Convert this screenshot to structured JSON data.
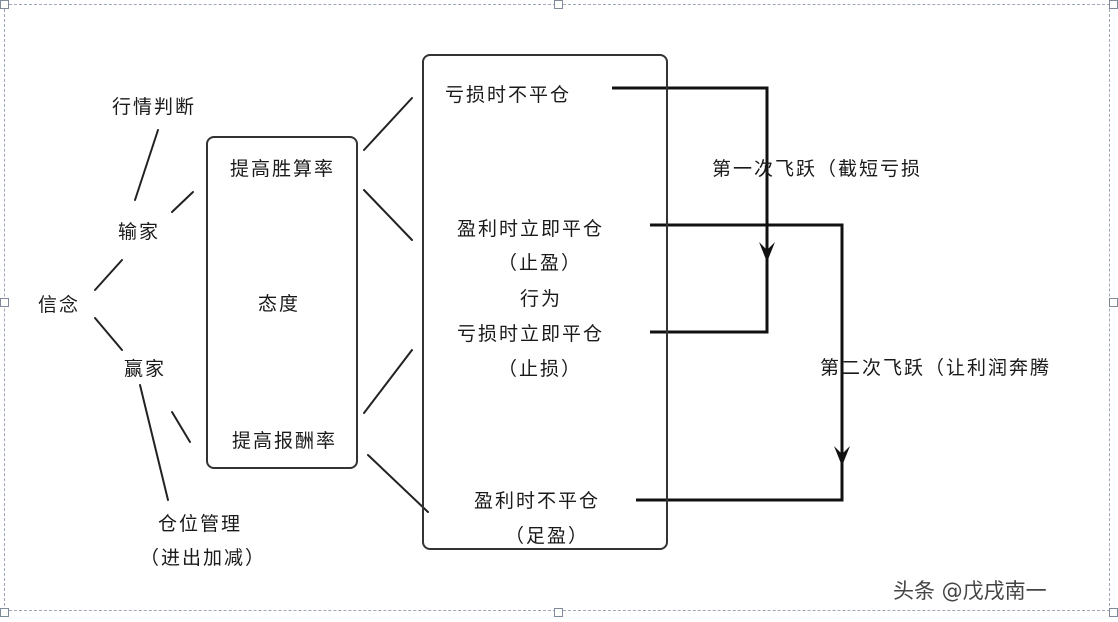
{
  "nodes": {
    "belief": "信念",
    "market_judgment": "行情判断",
    "loser": "输家",
    "winner": "赢家",
    "position_mgmt": "仓位管理",
    "position_mgmt_note": "（进出加减）",
    "win_rate": "提高胜算率",
    "attitude": "态度",
    "return_rate": "提高报酬率",
    "loss_no_close": "亏损时不平仓",
    "profit_close_now": "盈利时立即平仓",
    "take_profit": "（止盈）",
    "behavior": "行为",
    "loss_close_now": "亏损时立即平仓",
    "stop_loss": "（止损）",
    "profit_no_close": "盈利时不平仓",
    "full_profit": "（足盈）",
    "first_leap": "第一次飞跃（截短亏损",
    "second_leap": "第二次飞跃（让利润奔腾"
  },
  "watermark": "头条 @戊戌南一"
}
